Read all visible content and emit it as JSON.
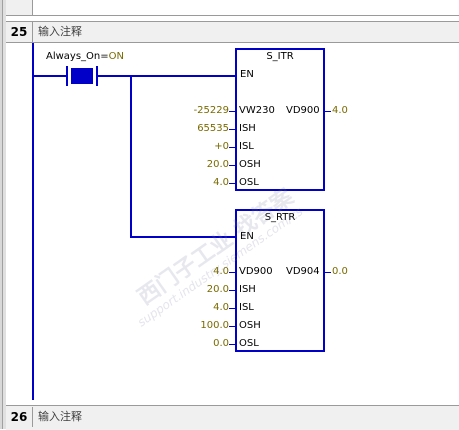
{
  "networks": [
    {
      "number": "25",
      "comment": "输入注释"
    },
    {
      "number": "26",
      "comment": "输入注释"
    }
  ],
  "contact": {
    "name": "Always_On",
    "equals": "=",
    "state": "ON"
  },
  "blocks": [
    {
      "title": "S_ITR",
      "en": "EN",
      "inputs": [
        {
          "pin": "VW230",
          "value": "-25229"
        },
        {
          "pin": "ISH",
          "value": "65535"
        },
        {
          "pin": "ISL",
          "value": "+0"
        },
        {
          "pin": "OSH",
          "value": "20.0"
        },
        {
          "pin": "OSL",
          "value": "4.0"
        }
      ],
      "output": {
        "pin": "VD900",
        "value": "4.0"
      }
    },
    {
      "title": "S_RTR",
      "en": "EN",
      "inputs": [
        {
          "pin": "VD900",
          "value": "4.0"
        },
        {
          "pin": "ISH",
          "value": "20.0"
        },
        {
          "pin": "ISL",
          "value": "4.0"
        },
        {
          "pin": "OSH",
          "value": "100.0"
        },
        {
          "pin": "OSL",
          "value": "0.0"
        }
      ],
      "output": {
        "pin": "VD904",
        "value": "0.0"
      }
    }
  ],
  "watermark": {
    "text_cn": "西门子工业 找答案",
    "text_url": "support.industry.siemens.com/cs"
  },
  "colors": {
    "wire": "#0000c8",
    "value": "#7a6a00",
    "header_bg": "#f0f0f0"
  }
}
